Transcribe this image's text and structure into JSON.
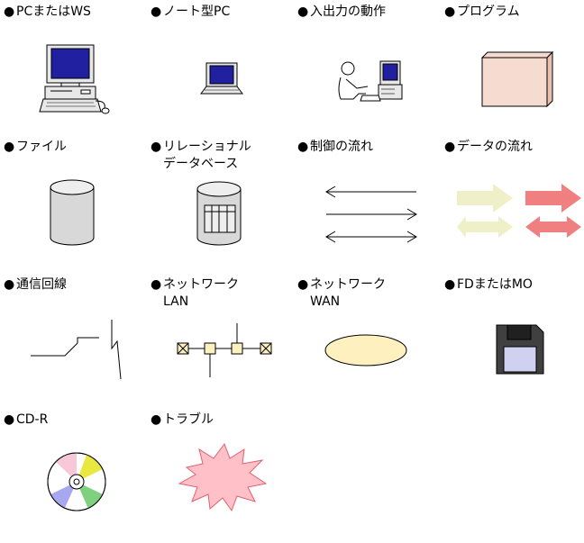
{
  "bullet": "●",
  "legend": [
    {
      "line1": "PCまたはWS"
    },
    {
      "line1": "ノート型PC"
    },
    {
      "line1": "入出力の動作"
    },
    {
      "line1": "プログラム"
    },
    {
      "line1": "ファイル"
    },
    {
      "line1": "リレーショナル",
      "line2": "データベース"
    },
    {
      "line1": "制御の流れ"
    },
    {
      "line1": "データの流れ"
    },
    {
      "line1": "通信回線"
    },
    {
      "line1": "ネットワーク",
      "line2": "LAN"
    },
    {
      "line1": "ネットワーク",
      "line2": "WAN"
    },
    {
      "line1": "FDまたはMO"
    },
    {
      "line1": "CD-R"
    },
    {
      "line1": "トラブル"
    }
  ],
  "colors": {
    "monitor_screen": "#2020a0",
    "program_box": "#f6dcd0",
    "cylinder": "#d8d8d8",
    "data_flow_light": "#f0f0c8",
    "data_flow_dark": "#f08080",
    "lan_node": "#fff0c0",
    "wan_ellipse": "#fff0c0",
    "fd_label": "#d0d0f0",
    "trouble": "#ffc0c8"
  }
}
